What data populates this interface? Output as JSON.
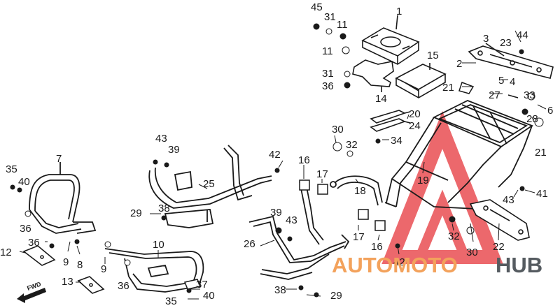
{
  "parts": [
    {
      "ref": "1"
    },
    {
      "ref": "2"
    },
    {
      "ref": "3"
    },
    {
      "ref": "4"
    },
    {
      "ref": "5"
    },
    {
      "ref": "6"
    },
    {
      "ref": "7"
    },
    {
      "ref": "8"
    },
    {
      "ref": "9"
    },
    {
      "ref": "10"
    },
    {
      "ref": "11"
    },
    {
      "ref": "12"
    },
    {
      "ref": "13"
    },
    {
      "ref": "14"
    },
    {
      "ref": "15"
    },
    {
      "ref": "16"
    },
    {
      "ref": "17"
    },
    {
      "ref": "18"
    },
    {
      "ref": "19"
    },
    {
      "ref": "20"
    },
    {
      "ref": "21"
    },
    {
      "ref": "22"
    },
    {
      "ref": "23"
    },
    {
      "ref": "24"
    },
    {
      "ref": "25"
    },
    {
      "ref": "26"
    },
    {
      "ref": "27"
    },
    {
      "ref": "28"
    },
    {
      "ref": "29"
    },
    {
      "ref": "30"
    },
    {
      "ref": "31"
    },
    {
      "ref": "32"
    },
    {
      "ref": "33"
    },
    {
      "ref": "34"
    },
    {
      "ref": "35"
    },
    {
      "ref": "36"
    },
    {
      "ref": "37"
    },
    {
      "ref": "38"
    },
    {
      "ref": "39"
    },
    {
      "ref": "40"
    },
    {
      "ref": "41"
    },
    {
      "ref": "42"
    },
    {
      "ref": "43"
    },
    {
      "ref": "44"
    },
    {
      "ref": "45"
    }
  ],
  "direction_marker": "FWD",
  "watermark": {
    "part1": "AUTOMOTO",
    "part2": "HUB",
    "accent_color": "#f3a25c",
    "dark_color": "#555b60",
    "logo_color": "#e8474c"
  }
}
